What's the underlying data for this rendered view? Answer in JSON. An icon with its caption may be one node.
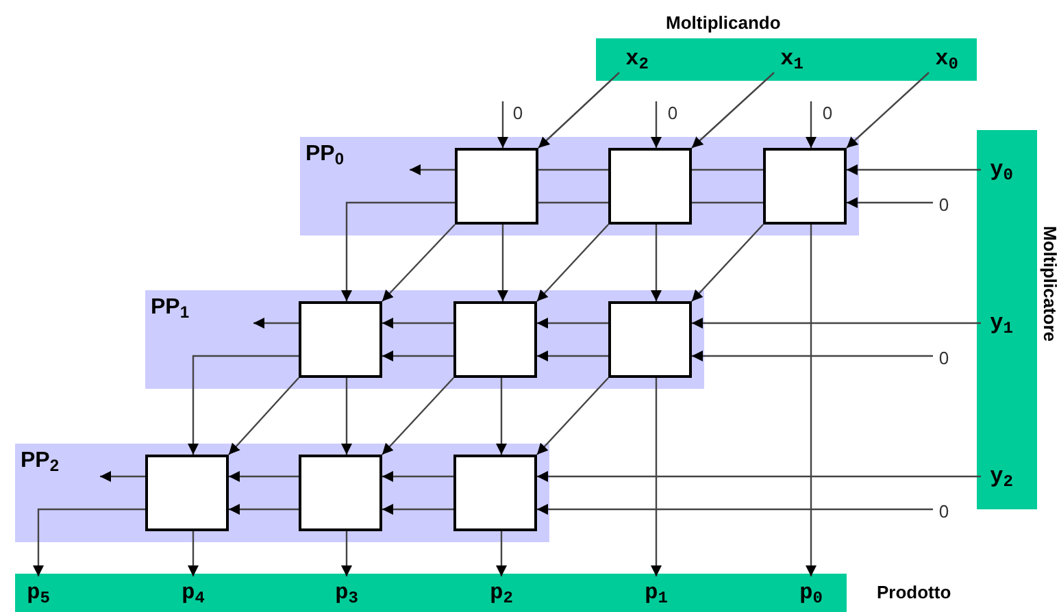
{
  "diagram": {
    "nodes": [
      {
        "text": [
          "Moltiplicando"
        ]
      },
      {
        "text": [
          "x$_{2}$"
        ],
        "in": 0
      },
      {
        "text": [
          "x$_{1}$"
        ],
        "in": 0
      },
      {
        "text": [
          "x$_{0}$"
        ],
        "in": 0
      },
      {
        "text": [
          "0"
        ]
      },
      {
        "text": [
          "0"
        ]
      },
      {
        "text": [
          "0"
        ]
      },
      {
        "text": [
          "Moltiplicatore"
        ]
      },
      {
        "text": [
          "y$_{0}$"
        ],
        "in": 7
      },
      {
        "text": [
          "y$_{1}$"
        ],
        "in": 7
      },
      {
        "text": [
          "y$_{2}$"
        ],
        "in": 7
      },
      {
        "text": [
          "PP$_{0}$"
        ]
      },
      {
        "text": [],
        "shape": "box",
        "in": 11
      },
      {
        "text": [],
        "shape": "box",
        "in": 11
      },
      {
        "text": [],
        "shape": "box",
        "in": 11
      },
      {
        "text": [
          "0"
        ]
      },
      {
        "text": [
          "PP$_{1}$"
        ]
      },
      {
        "text": [],
        "shape": "box",
        "in": 16
      },
      {
        "text": [],
        "shape": "box",
        "in": 16
      },
      {
        "text": [],
        "shape": "box",
        "in": 16
      },
      {
        "text": [
          "0"
        ]
      },
      {
        "text": [
          "PP$_{2}$"
        ]
      },
      {
        "text": [],
        "shape": "box",
        "in": 21
      },
      {
        "text": [],
        "shape": "box",
        "in": 21
      },
      {
        "text": [],
        "shape": "box",
        "in": 21
      },
      {
        "text": [
          "0"
        ]
      },
      {
        "text": [
          "Prodotto"
        ]
      },
      {
        "text": [
          "p$_{5}$"
        ],
        "in": 26
      },
      {
        "text": [
          "p$_{4}$"
        ],
        "in": 26
      },
      {
        "text": [
          "p$_{3}$"
        ],
        "in": 26
      },
      {
        "text": [
          "p$_{2}$"
        ],
        "in": 26
      },
      {
        "text": [
          "p$_{1}$"
        ],
        "in": 26
      },
      {
        "text": [
          "p$_{0}$"
        ],
        "in": 26
      }
    ],
    "edges": [
      {
        "from": 1,
        "to": 12,
        "arrow": "to"
      },
      {
        "from": 2,
        "to": 13,
        "arrow": "to"
      },
      {
        "from": 3,
        "to": 14,
        "arrow": "to"
      },
      {
        "from": 4,
        "to": 12,
        "arrow": "to"
      },
      {
        "from": 5,
        "to": 13,
        "arrow": "to"
      },
      {
        "from": 6,
        "to": 14,
        "arrow": "to"
      },
      {
        "from": 8,
        "to": 14,
        "arrow": "to"
      },
      {
        "from": 15,
        "to": 14,
        "arrow": "to"
      },
      {
        "from": 14,
        "to": 13,
        "arrow": "none"
      },
      {
        "from": 14,
        "to": 13,
        "arrow": "none"
      },
      {
        "from": 13,
        "to": 12,
        "arrow": "none"
      },
      {
        "from": 13,
        "to": 12,
        "arrow": "none"
      },
      {
        "from": 12,
        "to": null,
        "arrow": "to"
      },
      {
        "from": 12,
        "to": 17,
        "arrow": "to"
      },
      {
        "from": 12,
        "to": 17,
        "arrow": "to"
      },
      {
        "from": 12,
        "to": 18,
        "arrow": "to"
      },
      {
        "from": 13,
        "to": 18,
        "arrow": "to"
      },
      {
        "from": 13,
        "to": 19,
        "arrow": "to"
      },
      {
        "from": 14,
        "to": 19,
        "arrow": "to"
      },
      {
        "from": 14,
        "to": 32,
        "arrow": "to"
      },
      {
        "from": 9,
        "to": 19,
        "arrow": "to"
      },
      {
        "from": 20,
        "to": 19,
        "arrow": "to"
      },
      {
        "from": 19,
        "to": 18,
        "arrow": "to"
      },
      {
        "from": 19,
        "to": 18,
        "arrow": "to"
      },
      {
        "from": 18,
        "to": 17,
        "arrow": "to"
      },
      {
        "from": 18,
        "to": 17,
        "arrow": "to"
      },
      {
        "from": 17,
        "to": null,
        "arrow": "to"
      },
      {
        "from": 17,
        "to": 22,
        "arrow": "to"
      },
      {
        "from": 17,
        "to": 22,
        "arrow": "to"
      },
      {
        "from": 17,
        "to": 23,
        "arrow": "to"
      },
      {
        "from": 18,
        "to": 23,
        "arrow": "to"
      },
      {
        "from": 18,
        "to": 24,
        "arrow": "to"
      },
      {
        "from": 19,
        "to": 24,
        "arrow": "to"
      },
      {
        "from": 19,
        "to": 31,
        "arrow": "to"
      },
      {
        "from": 10,
        "to": 24,
        "arrow": "to"
      },
      {
        "from": 25,
        "to": 24,
        "arrow": "to"
      },
      {
        "from": 24,
        "to": 23,
        "arrow": "to"
      },
      {
        "from": 24,
        "to": 23,
        "arrow": "to"
      },
      {
        "from": 23,
        "to": 22,
        "arrow": "to"
      },
      {
        "from": 23,
        "to": 22,
        "arrow": "to"
      },
      {
        "from": 22,
        "to": null,
        "arrow": "to"
      },
      {
        "from": 22,
        "to": 27,
        "arrow": "to"
      },
      {
        "from": 22,
        "to": 28,
        "arrow": "to"
      },
      {
        "from": 23,
        "to": 29,
        "arrow": "to"
      },
      {
        "from": 24,
        "to": 30,
        "arrow": "to"
      }
    ]
  }
}
